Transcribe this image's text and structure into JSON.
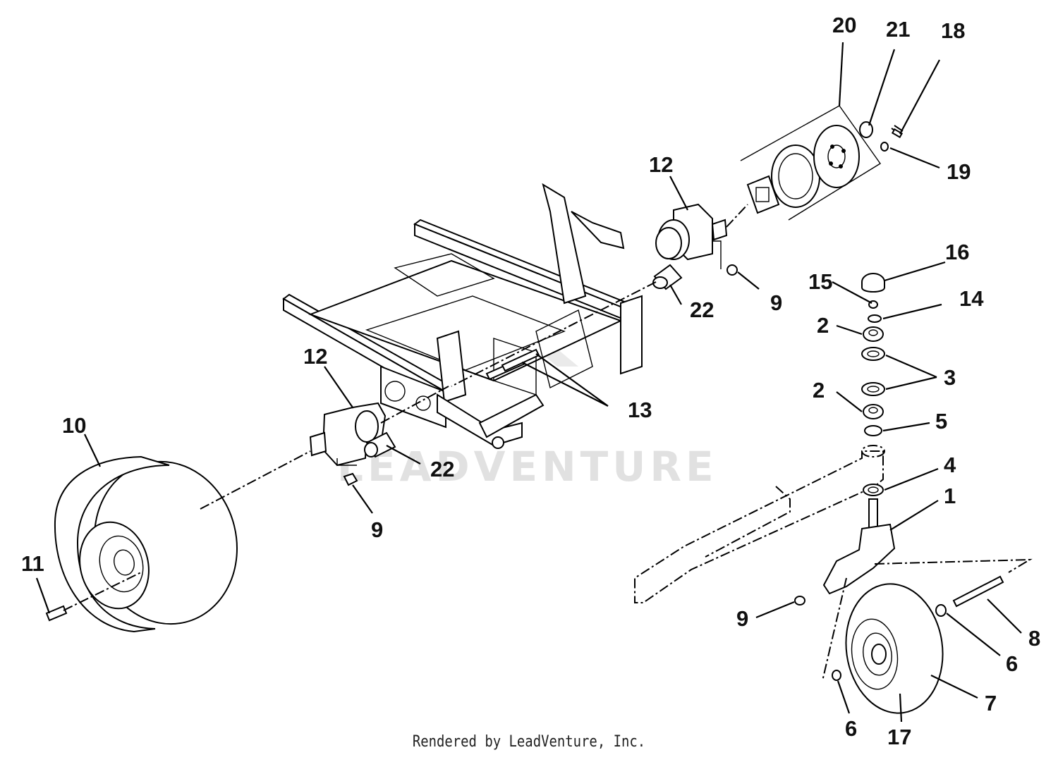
{
  "callouts": [
    {
      "id": "c20",
      "label": "20"
    },
    {
      "id": "c21",
      "label": "21"
    },
    {
      "id": "c18",
      "label": "18"
    },
    {
      "id": "c19",
      "label": "19"
    },
    {
      "id": "c12a",
      "label": "12"
    },
    {
      "id": "c16",
      "label": "16"
    },
    {
      "id": "c15",
      "label": "15"
    },
    {
      "id": "c14",
      "label": "14"
    },
    {
      "id": "c9a",
      "label": "9"
    },
    {
      "id": "c22a",
      "label": "22"
    },
    {
      "id": "c2a",
      "label": "2"
    },
    {
      "id": "c3",
      "label": "3"
    },
    {
      "id": "c12b",
      "label": "12"
    },
    {
      "id": "c13",
      "label": "13"
    },
    {
      "id": "c2b",
      "label": "2"
    },
    {
      "id": "c5",
      "label": "5"
    },
    {
      "id": "c10",
      "label": "10"
    },
    {
      "id": "c22b",
      "label": "22"
    },
    {
      "id": "c4",
      "label": "4"
    },
    {
      "id": "c1",
      "label": "1"
    },
    {
      "id": "c9b",
      "label": "9"
    },
    {
      "id": "c11",
      "label": "11"
    },
    {
      "id": "c9c",
      "label": "9"
    },
    {
      "id": "c8",
      "label": "8"
    },
    {
      "id": "c6a",
      "label": "6"
    },
    {
      "id": "c7",
      "label": "7"
    },
    {
      "id": "c6b",
      "label": "6"
    },
    {
      "id": "c17",
      "label": "17"
    }
  ],
  "watermark": "LEADVENTURE",
  "credit": "Rendered by LeadVenture, Inc."
}
